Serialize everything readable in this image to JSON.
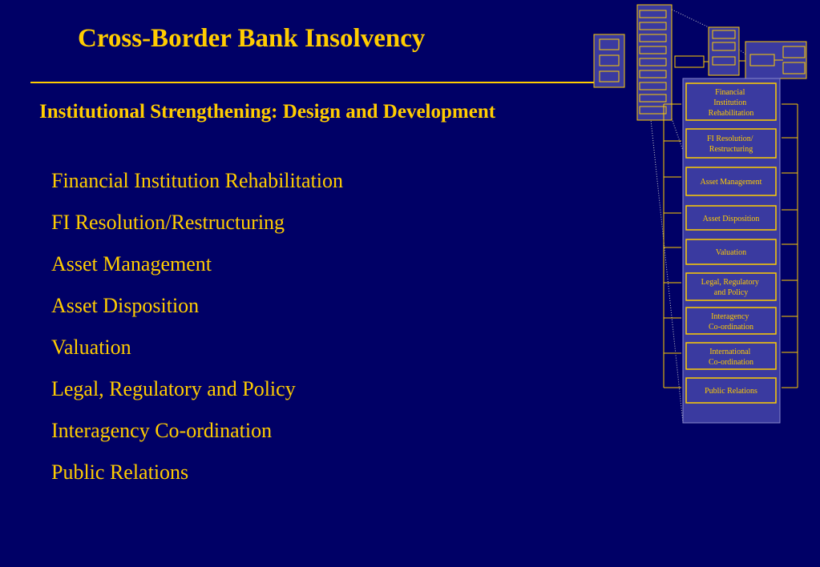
{
  "header": {
    "title": "Cross-Border Bank Insolvency",
    "subtitle": "Institutional Strengthening: Design and Development"
  },
  "list": {
    "items": [
      "Financial Institution Rehabilitation",
      "FI Resolution/Restructuring",
      "Asset Management",
      "Asset Disposition",
      "Valuation",
      "Legal, Regulatory and Policy",
      "Interagency Co-ordination",
      "Public Relations"
    ]
  },
  "diagram": {
    "boxes": [
      [
        "Financial",
        "Institution",
        "Rehabilitation"
      ],
      [
        "FI Resolution/",
        "Restructuring"
      ],
      [
        "Asset Management"
      ],
      [
        "Asset Disposition"
      ],
      [
        "Valuation"
      ],
      [
        "Legal, Regulatory",
        "and Policy"
      ],
      [
        "Interagency",
        "Co-ordination"
      ],
      [
        "International",
        "Co-ordination"
      ],
      [
        "Public Relations"
      ]
    ]
  },
  "colors": {
    "background": "#000066",
    "accent": "#ffcc00",
    "panel": "#3a3aa0"
  }
}
